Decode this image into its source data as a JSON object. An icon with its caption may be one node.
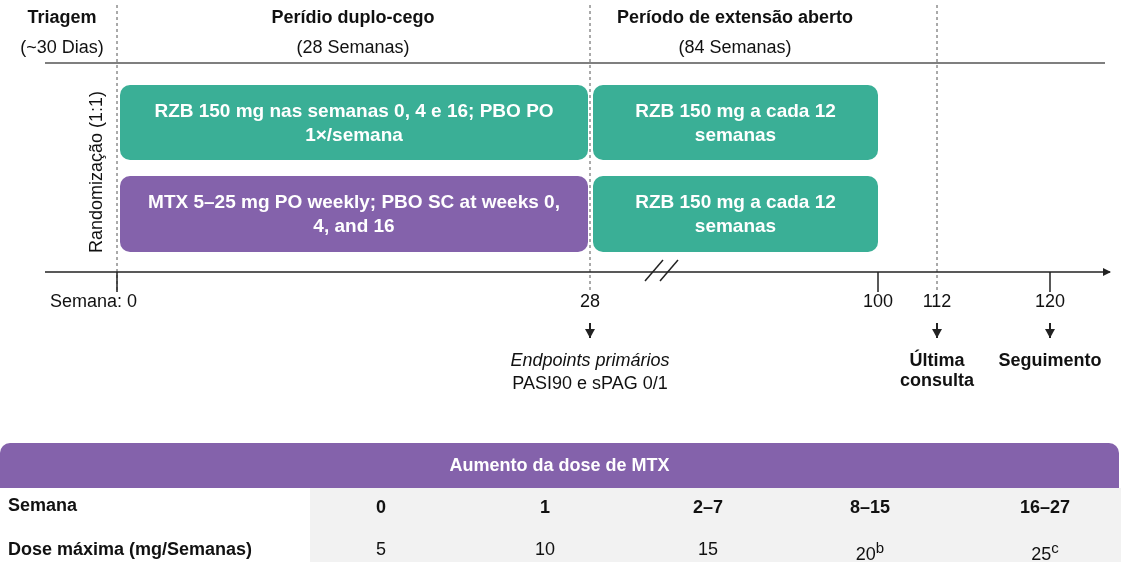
{
  "diagram": {
    "nodes": [
      {
        "text": [
          "RZB 150 mg nas semanas 0, 4 e 16; PBO PO 1×/semana"
        ]
      },
      {
        "text": [
          "RZB 150 mg a cada 12 semanas"
        ]
      },
      {
        "text": [
          "MTX 5–25 mg PO weekly; PBO SC at weeks 0, 4, and 16"
        ]
      },
      {
        "text": [
          "RZB 150 mg a cada 12 semanas"
        ]
      },
      {
        "text": [
          "Aumento da dose de MTX"
        ]
      }
    ],
    "edges": [],
    "labels": [
      "Triagem",
      "(~30 Dias)",
      "Perídio duplo-cego",
      "(28 Semanas)",
      "Período de extensão aberto",
      "(84 Semanas)",
      "Randomização (1:1)",
      "Semana: 0",
      "28",
      "100",
      "112",
      "120",
      "Endpoints primários",
      "PASI90 e sPAG 0/1",
      "Última consulta",
      "Seguimento",
      "Semana",
      "0",
      "1",
      "2–7",
      "8–15",
      "16–27",
      "Dose máxima (mg/Semanas)",
      "5",
      "10",
      "15",
      "20$^{b}$",
      "25$^{c}$"
    ]
  }
}
